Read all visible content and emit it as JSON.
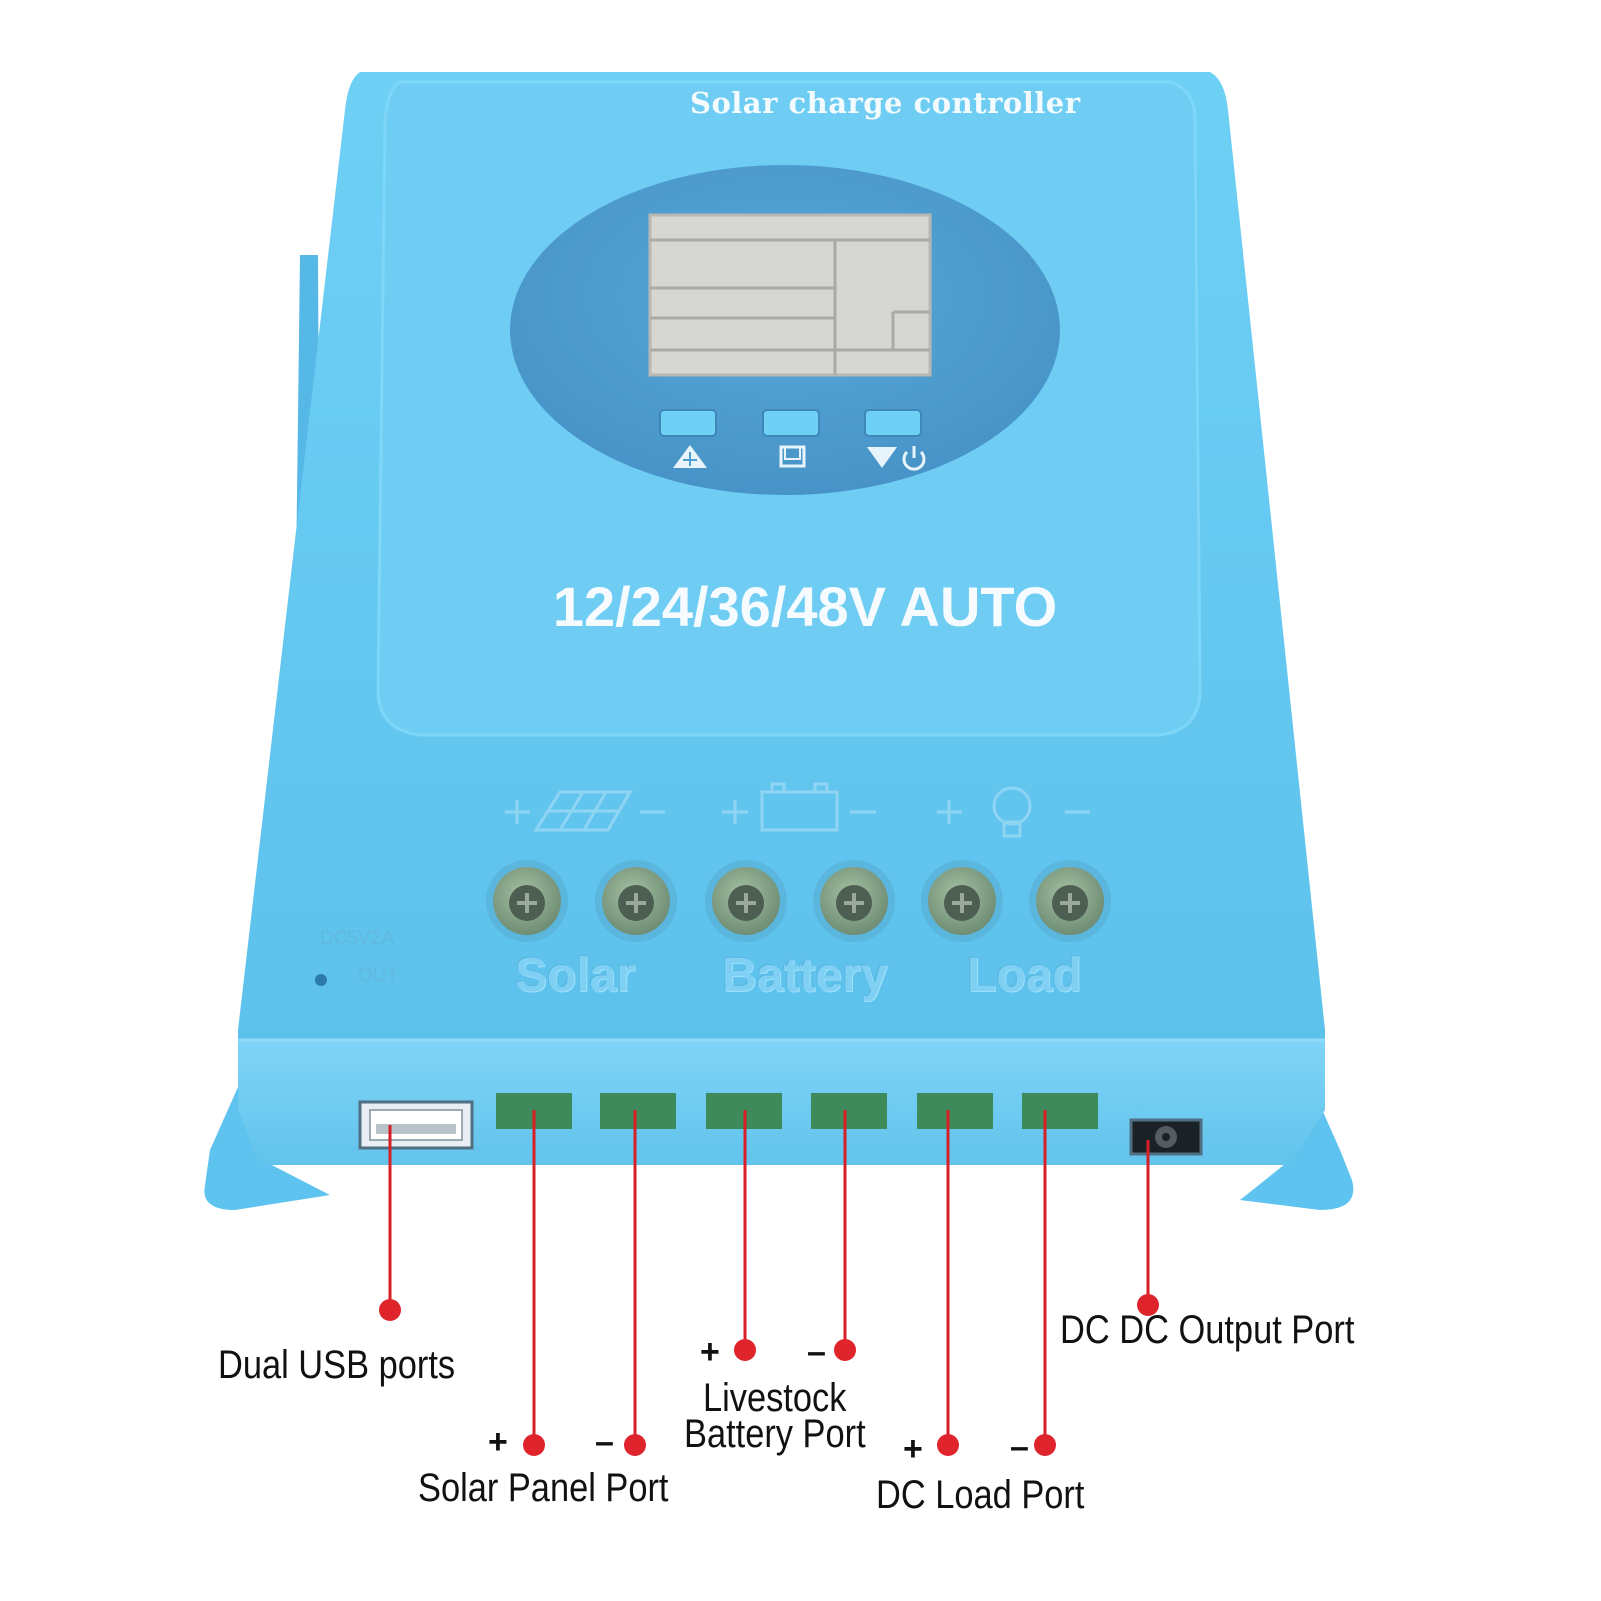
{
  "device": {
    "title": "Solar charge controller",
    "voltage": "12/24/36/48V AUTO",
    "terminal_labels": [
      "Solar",
      "Battery",
      "Load"
    ],
    "usb_rating": "DC5V2A",
    "usb_out": "OUT",
    "body_color": "#63c8f0",
    "panel_color": "#4e9fd1",
    "terminal_color": "#8aa98a",
    "button_icons": [
      "up-arrow-icon",
      "menu-square-icon",
      "down-power-icon"
    ]
  },
  "callouts": {
    "usb": "Dual USB ports",
    "solar": "Solar Panel Port",
    "battery_line1": "Livestock",
    "battery_line2": "Battery Port",
    "load": "DC Load Port",
    "output": "DC DC Output Port",
    "plus": "+",
    "minus": "–",
    "line_color": "#d81f26"
  }
}
